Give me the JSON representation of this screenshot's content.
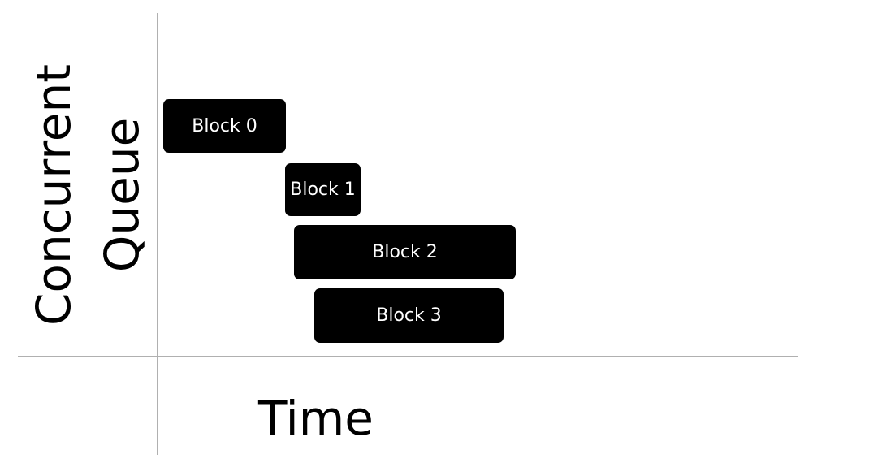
{
  "diagram": {
    "y_axis_label": [
      "Concurrent",
      "Queue"
    ],
    "x_axis_label": "Time",
    "blocks": [
      {
        "label": "Block 0"
      },
      {
        "label": "Block 1"
      },
      {
        "label": "Block 2"
      },
      {
        "label": "Block 3"
      }
    ],
    "colors": {
      "block_fill": "#000000",
      "block_text": "#ffffff",
      "axis_line": "#b0b0b0"
    }
  }
}
